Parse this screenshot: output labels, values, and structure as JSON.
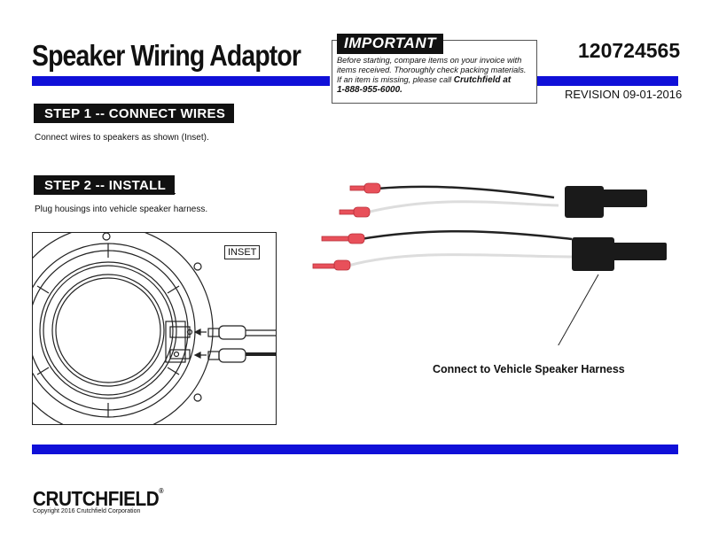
{
  "header": {
    "title": "Speaker Wiring Adaptor",
    "part_number": "120724565",
    "revision": "REVISION 09-01-2016"
  },
  "important": {
    "tag": "IMPORTANT",
    "line1": "Before starting, compare items on your invoice with",
    "line2": "items received.  Thoroughly check packing materials.",
    "line3_pre": "If an item is missing, please call ",
    "line3_bold": "Crutchfield at",
    "line4_bold": "1-888-955-6000."
  },
  "steps": [
    {
      "title": "STEP 1 -- CONNECT WIRES",
      "text": "Connect wires to speakers as shown (Inset)."
    },
    {
      "title": "STEP 2 -- INSTALL",
      "text": "Plug housings into vehicle speaker harness."
    }
  ],
  "inset": {
    "label": "INSET"
  },
  "photo": {
    "caption": "Connect to Vehicle Speaker Harness"
  },
  "footer": {
    "logo": "CRUTCHFIELD",
    "logo_mark": "®",
    "copyright": "Copyright 2016 Crutchfield Corporation"
  },
  "colors": {
    "accent_bar": "#1010d8",
    "terminal_red": "#e8505a"
  }
}
